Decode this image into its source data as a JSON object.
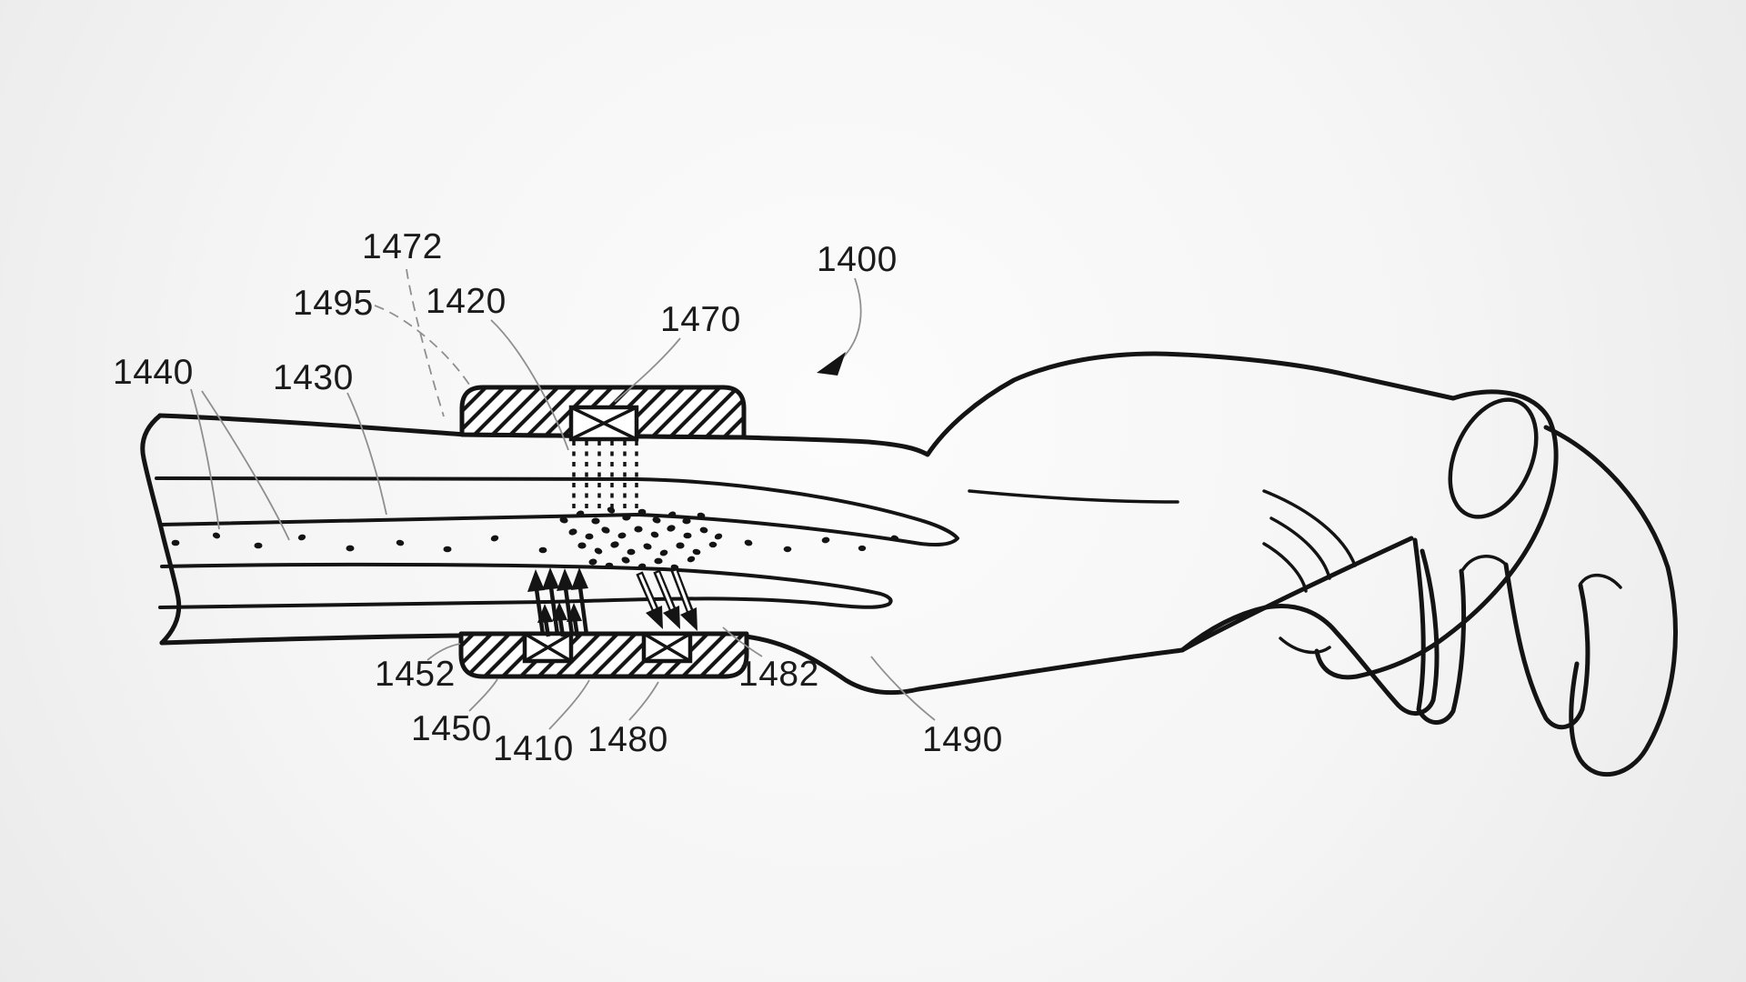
{
  "figure": {
    "labels": [
      {
        "id": "1400",
        "text": "1400"
      },
      {
        "id": "1410",
        "text": "1410"
      },
      {
        "id": "1420",
        "text": "1420"
      },
      {
        "id": "1430",
        "text": "1430"
      },
      {
        "id": "1440",
        "text": "1440"
      },
      {
        "id": "1450",
        "text": "1450"
      },
      {
        "id": "1452",
        "text": "1452"
      },
      {
        "id": "1470",
        "text": "1470"
      },
      {
        "id": "1472",
        "text": "1472"
      },
      {
        "id": "1480",
        "text": "1480"
      },
      {
        "id": "1482",
        "text": "1482"
      },
      {
        "id": "1490",
        "text": "1490"
      },
      {
        "id": "1495",
        "text": "1495"
      }
    ],
    "colors": {
      "line": "#141414",
      "leader": "#8f8f8f",
      "background_center": "#fcfcfc",
      "background_edge": "#e9e9e9"
    }
  }
}
